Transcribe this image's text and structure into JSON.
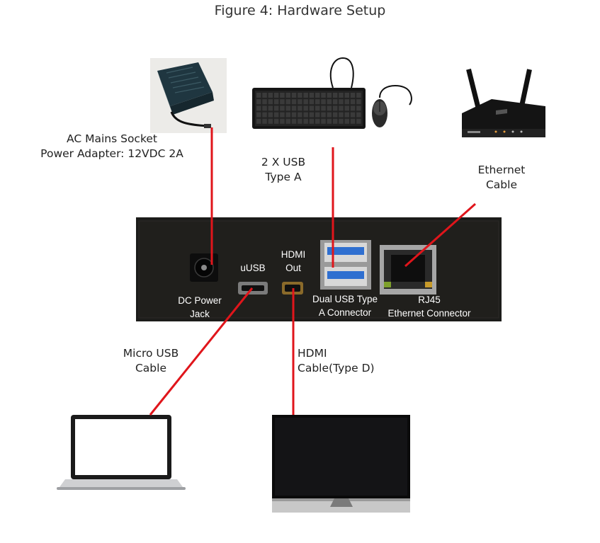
{
  "title": "Figure 4: Hardware Setup",
  "peripherals": {
    "power_adapter": {
      "label_line1": "AC Mains Socket",
      "label_line2": "Power Adapter: 12VDC 2A"
    },
    "keyboard_mouse": {
      "label_line1": "2 X USB",
      "label_line2": "Type A"
    },
    "router": {
      "label_line1": "Ethernet",
      "label_line2": "Cable"
    },
    "laptop": {
      "label_line1": "Micro USB",
      "label_line2": "Cable"
    },
    "monitor": {
      "label_line1": "HDMI",
      "label_line2": "Cable(Type D)"
    }
  },
  "device_ports": {
    "dc_jack": {
      "line1": "DC Power",
      "line2": "Jack"
    },
    "usb_micro": {
      "line1": "uUSB"
    },
    "hdmi": {
      "line1": "HDMI",
      "line2": "Out"
    },
    "dual_usb": {
      "line1": "Dual USB Type",
      "line2": "A Connector"
    },
    "rj45": {
      "line1": "RJ45",
      "line2": "Ethernet Connector"
    }
  },
  "colors": {
    "cable": "#e0151b",
    "device_body": "#1c1c1a",
    "background": "#ffffff"
  }
}
